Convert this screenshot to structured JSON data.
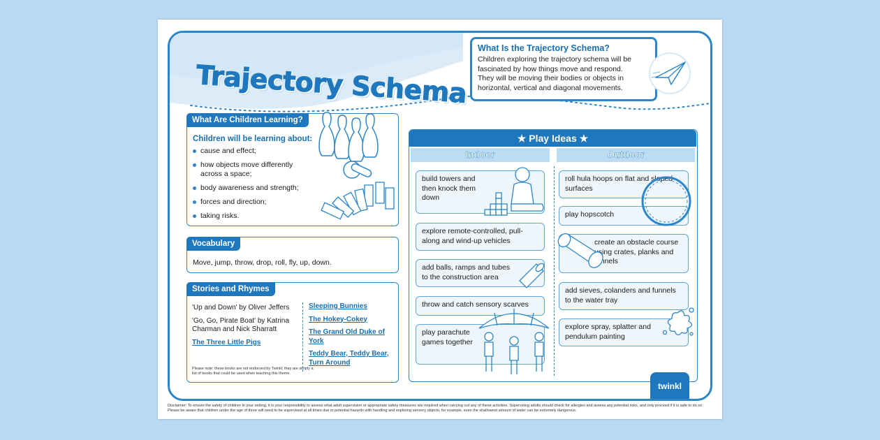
{
  "title": "Trajectory Schema",
  "what_is": {
    "heading": "What Is the Trajectory Schema?",
    "text": "Children exploring the trajectory schema will be fascinated by how things move and respond. They will be moving their bodies or objects in horizontal, vertical and diagonal movements."
  },
  "learning": {
    "tab": "What Are Children Learning?",
    "subheading": "Children will be learning about:",
    "items": [
      "cause and effect;",
      "how objects move differently across a space;",
      "body awareness and strength;",
      "forces and direction;",
      "taking risks."
    ]
  },
  "vocabulary": {
    "tab": "Vocabulary",
    "text": "Move, jump, throw, drop, roll, fly, up, down."
  },
  "stories": {
    "tab": "Stories and Rhymes",
    "col1": [
      "'Up and Down' by Oliver Jeffers",
      "'Go, Go, Pirate Boat' by Katrina Charman and Nick Sharratt"
    ],
    "col1_link": "The Three Little Pigs",
    "col2_links": [
      "Sleeping Bunnies",
      "The Hokey-Cokey",
      "The Grand Old Duke of York",
      "Teddy Bear, Teddy Bear, Turn Around"
    ],
    "note": "Please note: these books are not endorsed by Twinkl; they are simply a list of books that could be used when teaching this theme."
  },
  "play": {
    "heading": "Play Ideas",
    "indoor_label": "Indoor",
    "outdoor_label": "Outdoor",
    "indoor": [
      "build towers and then knock them down",
      "explore remote-controlled, pull-along and wind-up vehicles",
      "add balls, ramps and tubes to the construction area",
      "throw and catch sensory scarves",
      "play parachute games together"
    ],
    "outdoor": [
      "roll hula hoops on flat and sloped surfaces",
      "play hopscotch",
      "create an obstacle course using crates, planks and tunnels",
      "add sieves, colanders and funnels to the water tray",
      "explore spray, splatter and pendulum painting"
    ]
  },
  "brand": "twinkl",
  "disclaimer": "Disclaimer: To ensure the safety of children in your setting, it is your responsibility to assess what adult supervision or appropriate safety measures are required when carrying out any of these activities. Supervising adults should check for allergies and assess any potential risks, and only proceed if it is safe to do so. Please be aware that children under the age of three will need to be supervised at all times due to potential hazards with handling and exploring sensory objects; for example, even the shallowest amount of water can be extremely dangerous.",
  "colors": {
    "primary": "#1f78bd",
    "light": "#bcdcf3",
    "card": "#eef6fc",
    "background": "#b9d8f2"
  }
}
